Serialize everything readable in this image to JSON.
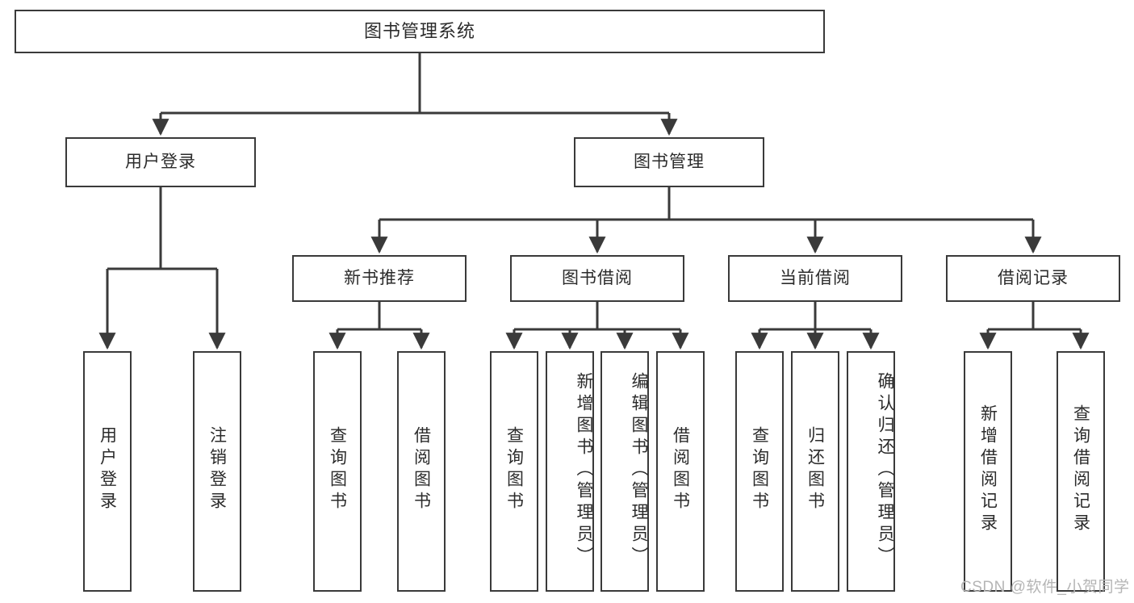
{
  "diagram": {
    "title": "图书管理系统",
    "type": "tree",
    "watermark": "CSDN @软件_小贺同学",
    "style": {
      "box_fill": "#ffffff",
      "box_stroke": "#3a3a3a",
      "line_color": "#3a3a3a",
      "text_color": "#2b2b2b",
      "background": "#ffffff",
      "watermark_color": "#b5b5b5"
    },
    "nodes": {
      "root": {
        "label": "图书管理系统",
        "level": 1,
        "orientation": "horizontal"
      },
      "l2": [
        {
          "id": "user-login",
          "label": "用户登录",
          "level": 2,
          "orientation": "horizontal"
        },
        {
          "id": "book-manage",
          "label": "图书管理",
          "level": 2,
          "orientation": "horizontal"
        }
      ],
      "l3": [
        {
          "id": "new-book-recommend",
          "label": "新书推荐",
          "level": 3,
          "orientation": "horizontal",
          "parent": "book-manage"
        },
        {
          "id": "book-borrow",
          "label": "图书借阅",
          "level": 3,
          "orientation": "horizontal",
          "parent": "book-manage"
        },
        {
          "id": "current-borrow",
          "label": "当前借阅",
          "level": 3,
          "orientation": "horizontal",
          "parent": "book-manage"
        },
        {
          "id": "borrow-record",
          "label": "借阅记录",
          "level": 3,
          "orientation": "horizontal",
          "parent": "book-manage"
        }
      ],
      "leaves": [
        {
          "id": "leaf-user-login",
          "label": "用户登录",
          "parent": "user-login",
          "orientation": "vertical"
        },
        {
          "id": "leaf-user-logout",
          "label": "注销登录",
          "parent": "user-login",
          "orientation": "vertical"
        },
        {
          "id": "leaf-query-book-1",
          "label": "查询图书",
          "parent": "new-book-recommend",
          "orientation": "vertical"
        },
        {
          "id": "leaf-borrow-book-1",
          "label": "借阅图书",
          "parent": "new-book-recommend",
          "orientation": "vertical"
        },
        {
          "id": "leaf-query-book-2",
          "label": "查询图书",
          "parent": "book-borrow",
          "orientation": "vertical"
        },
        {
          "id": "leaf-add-book",
          "label": "新增图书（管理员）",
          "parent": "book-borrow",
          "orientation": "vertical"
        },
        {
          "id": "leaf-edit-book",
          "label": "编辑图书（管理员）",
          "parent": "book-borrow",
          "orientation": "vertical"
        },
        {
          "id": "leaf-borrow-book-2",
          "label": "借阅图书",
          "parent": "book-borrow",
          "orientation": "vertical"
        },
        {
          "id": "leaf-query-book-3",
          "label": "查询图书",
          "parent": "current-borrow",
          "orientation": "vertical"
        },
        {
          "id": "leaf-return-book",
          "label": "归还图书",
          "parent": "current-borrow",
          "orientation": "vertical"
        },
        {
          "id": "leaf-confirm-return",
          "label": "确认归还（管理员）",
          "parent": "current-borrow",
          "orientation": "vertical"
        },
        {
          "id": "leaf-add-record",
          "label": "新增借阅记录",
          "parent": "borrow-record",
          "orientation": "vertical"
        },
        {
          "id": "leaf-query-record",
          "label": "查询借阅记录",
          "parent": "borrow-record",
          "orientation": "vertical"
        }
      ]
    }
  }
}
